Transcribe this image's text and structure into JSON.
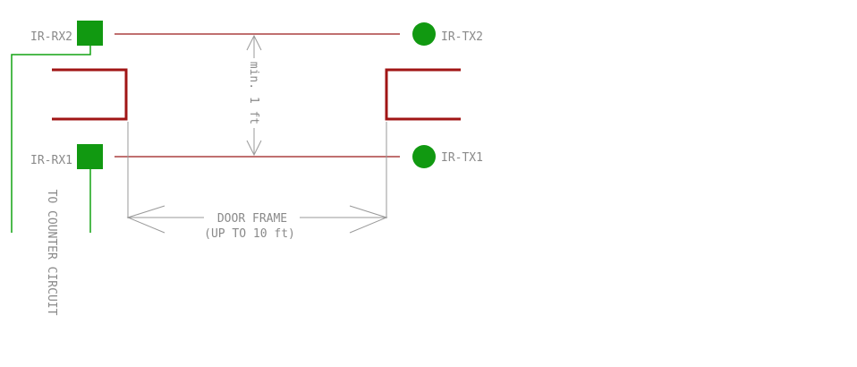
{
  "labels": {
    "rx2": "IR-RX2",
    "tx2": "IR-TX2",
    "rx1": "IR-RX1",
    "tx1": "IR-TX1",
    "vertical_dim": "min. 1 ft",
    "door_frame": "DOOR FRAME",
    "door_width": "(UP TO 10 ft)",
    "counter": "TO COUNTER CIRCUIT"
  },
  "colors": {
    "component": "#119911",
    "beam": "#9b1b1b",
    "frame": "#a01515",
    "wire": "#13a313",
    "text": "#8a8a8a"
  }
}
